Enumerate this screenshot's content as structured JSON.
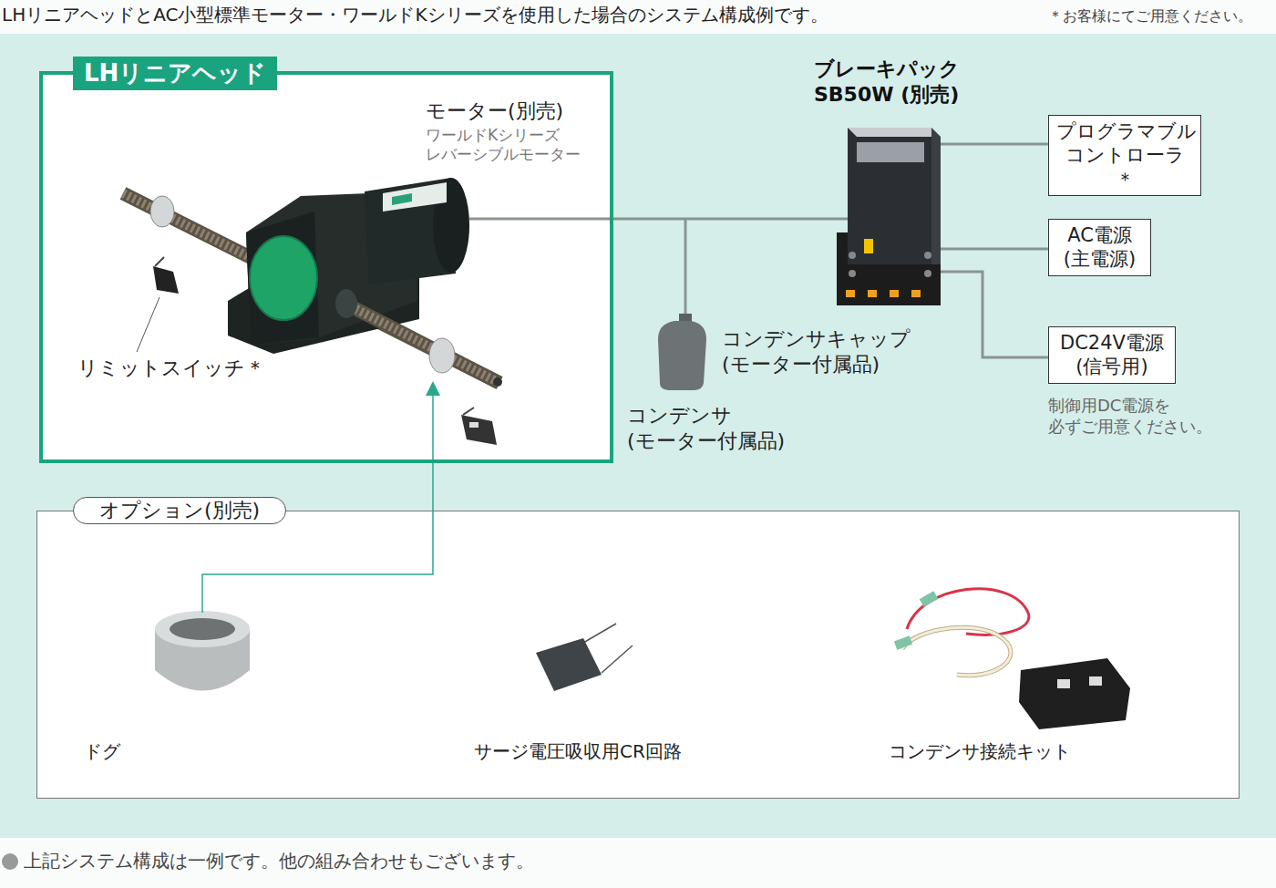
{
  "diagram": {
    "title": "LHリニアヘッドとAC小型標準モーター・ワールドKシリーズを使用した場合のシステム構成例です。",
    "caption": "上記システム構成は一例です。他の組み合わせもございます。",
    "nodes": [
      {
        "text": [
          "LHリニアヘッド"
        ]
      },
      {
        "text": [
          "モーター(別売)",
          "ワールドKシリーズ レバーシブルモーター"
        ],
        "in": 0
      },
      {
        "text": [
          "ブレーキパック SB50W (別売)"
        ]
      },
      {
        "text": [
          "プログラマブル コントローラ＊"
        ]
      },
      {
        "text": [
          "AC電源 (主電源)"
        ]
      },
      {
        "text": [
          "DC24V電源 (信号用)"
        ]
      },
      {
        "text": [
          "オプション(別売)"
        ]
      }
    ],
    "edges": [
      {
        "from": 1,
        "to": 2,
        "arrow": "none"
      },
      {
        "from": 2,
        "to": 3,
        "arrow": "none"
      },
      {
        "from": 2,
        "to": 4,
        "arrow": "none"
      },
      {
        "from": 2,
        "to": 5,
        "arrow": "none"
      }
    ],
    "labels": [
      "＊お客様にてご用意ください。",
      "リミットスイッチ＊",
      "コンデンサキャップ (モーター付属品)",
      "コンデンサ (モーター付属品)",
      "制御用DC電源を 必ずご用意ください。",
      "ドグ",
      "サージ電圧吸収用CR回路",
      "コンデンサ接続キット"
    ]
  }
}
